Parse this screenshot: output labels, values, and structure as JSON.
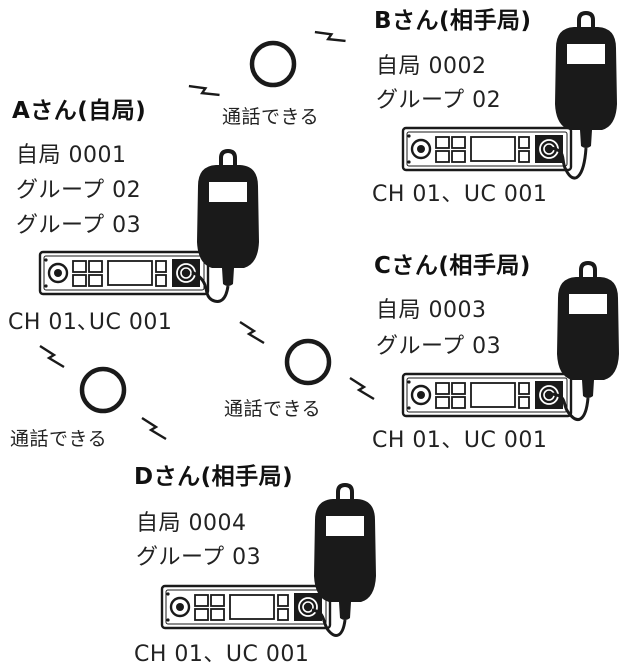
{
  "stations": {
    "a": {
      "title": "Aさん(自局)",
      "self_id": "自局 0001",
      "group1": "グループ 02",
      "group2": "グループ 03",
      "channel": "CH 01､UC 001"
    },
    "b": {
      "title": "Bさん(相手局)",
      "self_id": "自局 0002",
      "group1": "グループ 02",
      "channel": "CH 01、UC 001"
    },
    "c": {
      "title": "Cさん(相手局)",
      "self_id": "自局 0003",
      "group1": "グループ 03",
      "channel": "CH 01、UC 001"
    },
    "d": {
      "title": "Dさん(相手局)",
      "self_id": "自局 0004",
      "group1": "グループ 03",
      "channel": "CH 01、UC 001"
    }
  },
  "links": {
    "ab": "通話できる",
    "ac": "通話できる",
    "ad": "通話できる"
  },
  "colors": {
    "ink": "#1a1a1a",
    "device_face": "#ffffff"
  },
  "icons": [
    "handheld-microphone-icon",
    "radio-unit-icon",
    "signal-zigzag-icon",
    "circle-symbol-icon"
  ]
}
